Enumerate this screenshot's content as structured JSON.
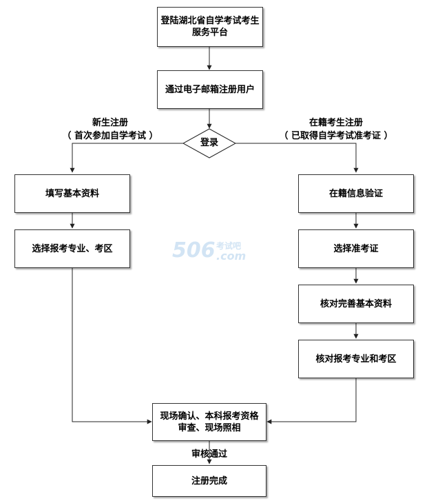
{
  "nodes": {
    "start": "登陆湖北省自学考试考生服务平台",
    "register_email": "通过电子邮箱注册用户",
    "login": "登录",
    "fill_basic": "填写基本资料",
    "choose_major": "选择报考专业、考区",
    "verify_enrolled": "在籍信息验证",
    "choose_ticket": "选择准考证",
    "check_basic": "核对完善基本资料",
    "check_major": "核对报考专业和考区",
    "onsite": "现场确认、本科报考资格审查、现场照相",
    "done": "注册完成"
  },
  "labels": {
    "new_student_title": "新生注册",
    "new_student_note": "（ 首次参加自学考试 ）",
    "enrolled_title": "在籍考生注册",
    "enrolled_note": "（ 已取得自学考试准考证 ）",
    "approved": "审核通过"
  },
  "watermark": {
    "number": "506",
    "cn": "考试吧",
    "com": ".com"
  },
  "colors": {
    "line": "#222222",
    "watermark": "#7fb3e0"
  }
}
